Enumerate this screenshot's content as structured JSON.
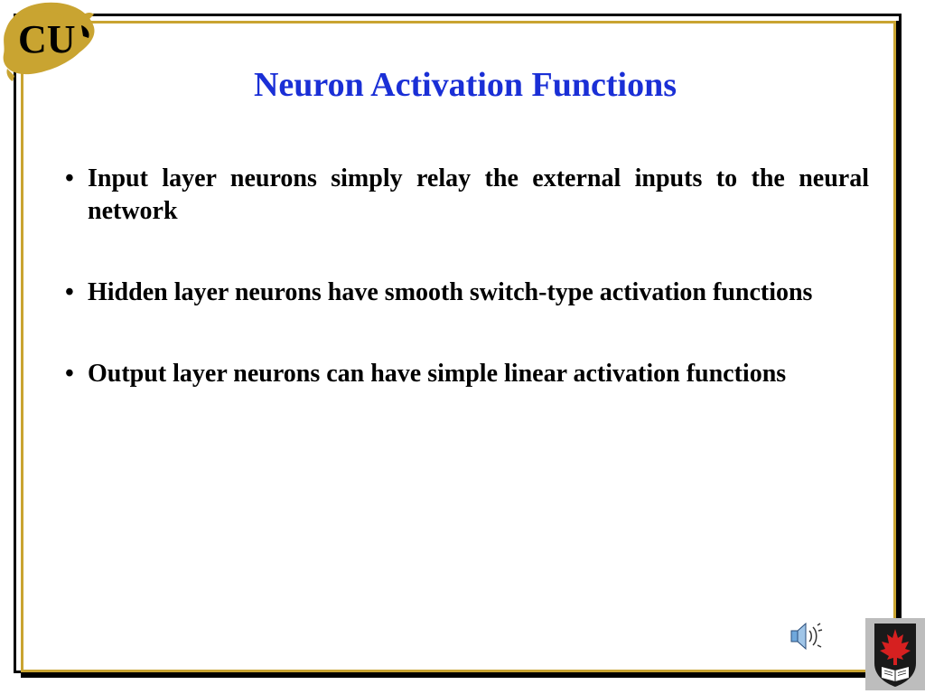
{
  "slide": {
    "title": "Neuron Activation Functions",
    "bullets": [
      "Input layer neurons simply relay the external inputs to the neural network",
      "Hidden layer neurons have smooth switch-type activation functions",
      "Output layer neurons can have simple linear activation functions"
    ],
    "bullet_symbol": "•"
  },
  "logos": {
    "top_left": "CU",
    "top_left_icon": "buffalo-logo-icon",
    "bottom_right_icon": "maple-leaf-crest-icon"
  },
  "icons": {
    "sound": "speaker-icon"
  },
  "colors": {
    "title": "#1a2fd6",
    "frame_gold": "#c9a431",
    "frame_black": "#000000",
    "body_text": "#000000"
  }
}
